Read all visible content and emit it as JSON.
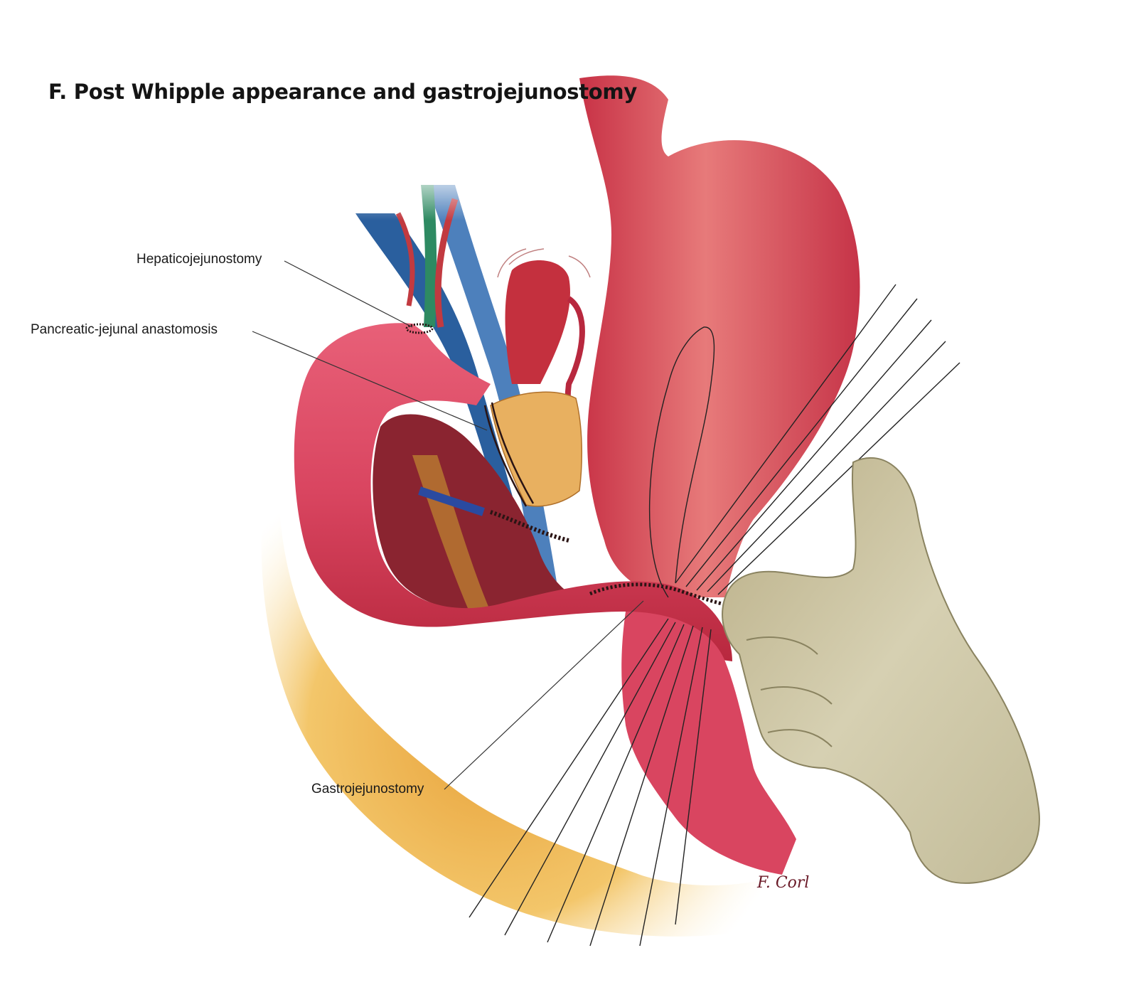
{
  "title": "F. Post Whipple appearance and gastrojejunostomy",
  "labels": {
    "hepaticojejunostomy": "Hepaticojejunostomy",
    "pancreatic_jejunal": "Pancreatic-jejunal anastomosis",
    "gastrojejunostomy": "Gastrojejunostomy"
  },
  "signature": "F. Corl",
  "colors": {
    "stomach": "#d9505c",
    "jejunum": "#d94560",
    "fat": "#f0c060",
    "gall": "#2e8a62",
    "vein": "#2a5f9e",
    "pancreas": "#e8b060",
    "glove": "#cdc6a4",
    "suture": "#222222"
  }
}
